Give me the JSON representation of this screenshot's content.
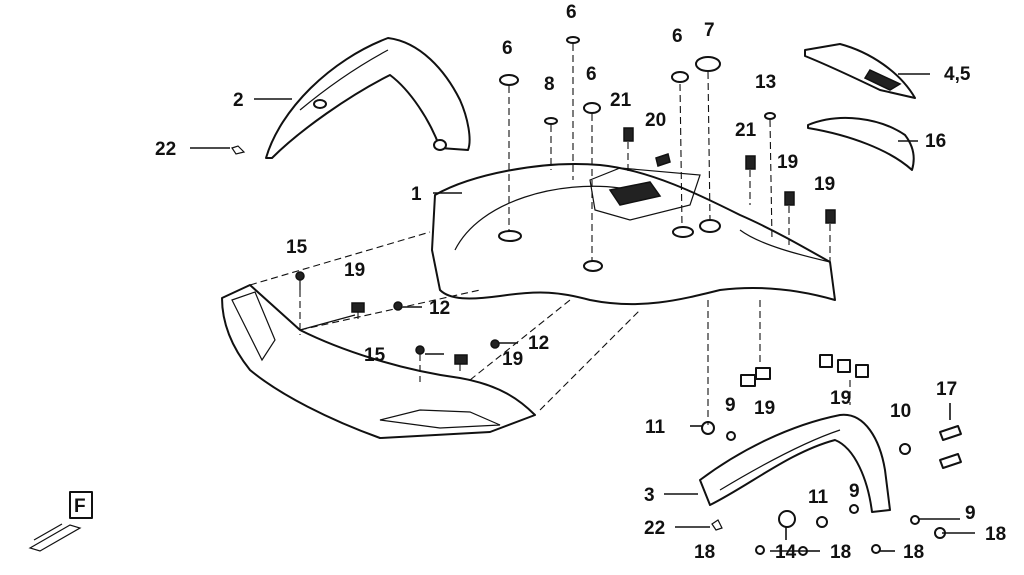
{
  "callouts": {
    "c1": "1",
    "c2": "2",
    "c3": "3",
    "c45": "4,5",
    "c6a": "6",
    "c6b": "6",
    "c6c": "6",
    "c6d": "6",
    "c7": "7",
    "c8": "8",
    "c9a": "9",
    "c9b": "9",
    "c9c": "9",
    "c10": "10",
    "c11a": "11",
    "c11b": "11",
    "c12a": "12",
    "c12b": "12",
    "c13": "13",
    "c14": "14",
    "c15a": "15",
    "c15b": "15",
    "c16": "16",
    "c17": "17",
    "c18a": "18",
    "c18b": "18",
    "c18c": "18",
    "c18d": "18",
    "c19a": "19",
    "c19b": "19",
    "c19c": "19",
    "c19d": "19",
    "c19e": "19",
    "c19f": "19",
    "c20": "20",
    "c21a": "21",
    "c21b": "21",
    "c22a": "22",
    "c22b": "22"
  },
  "front_marker": "F",
  "colors": {
    "ink": "#111111",
    "paper": "#ffffff"
  }
}
